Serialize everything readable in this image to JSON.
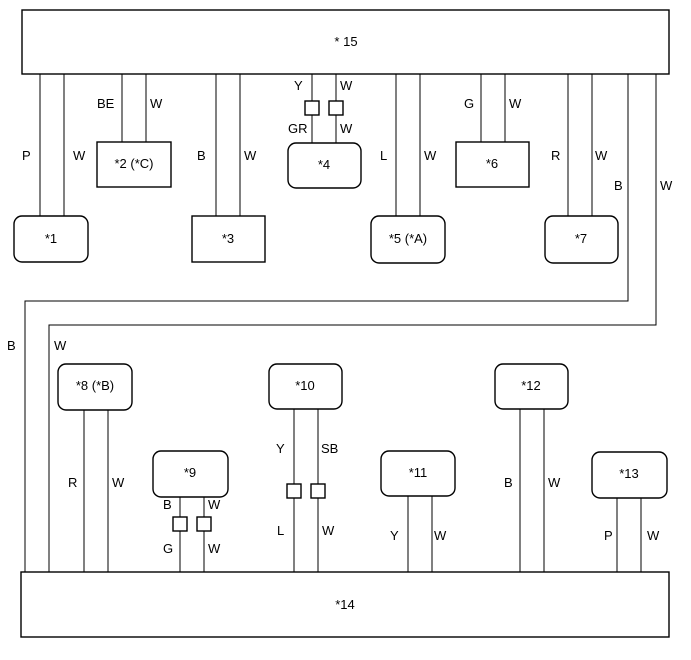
{
  "components": {
    "c1": "*1",
    "c2": "*2 (*C)",
    "c3": "*3",
    "c4": "*4",
    "c5": "*5 (*A)",
    "c6": "*6",
    "c7": "*7",
    "c8": "*8 (*B)",
    "c9": "*9",
    "c10": "*10",
    "c11": "*11",
    "c12": "*12",
    "c13": "*13",
    "c14": "*14",
    "c15": "* 15"
  },
  "wire_colors": {
    "c1": [
      "P",
      "W"
    ],
    "c2": [
      "BE",
      "W"
    ],
    "c3": [
      "B",
      "W"
    ],
    "c4_upper": [
      "Y",
      "W"
    ],
    "c4_lower": [
      "GR",
      "W"
    ],
    "c5": [
      "L",
      "W"
    ],
    "c6": [
      "G",
      "W"
    ],
    "c7": [
      "R",
      "W"
    ],
    "bus": [
      "B",
      "W"
    ],
    "bus_side": [
      "B",
      "W"
    ],
    "c8": [
      "R",
      "W"
    ],
    "c9_upper": [
      "B",
      "W"
    ],
    "c9_lower": [
      "G",
      "W"
    ],
    "c10_upper": [
      "Y",
      "SB"
    ],
    "c10_lower": [
      "L",
      "W"
    ],
    "c11": [
      "Y",
      "W"
    ],
    "c12": [
      "B",
      "W"
    ],
    "c13": [
      "P",
      "W"
    ]
  }
}
